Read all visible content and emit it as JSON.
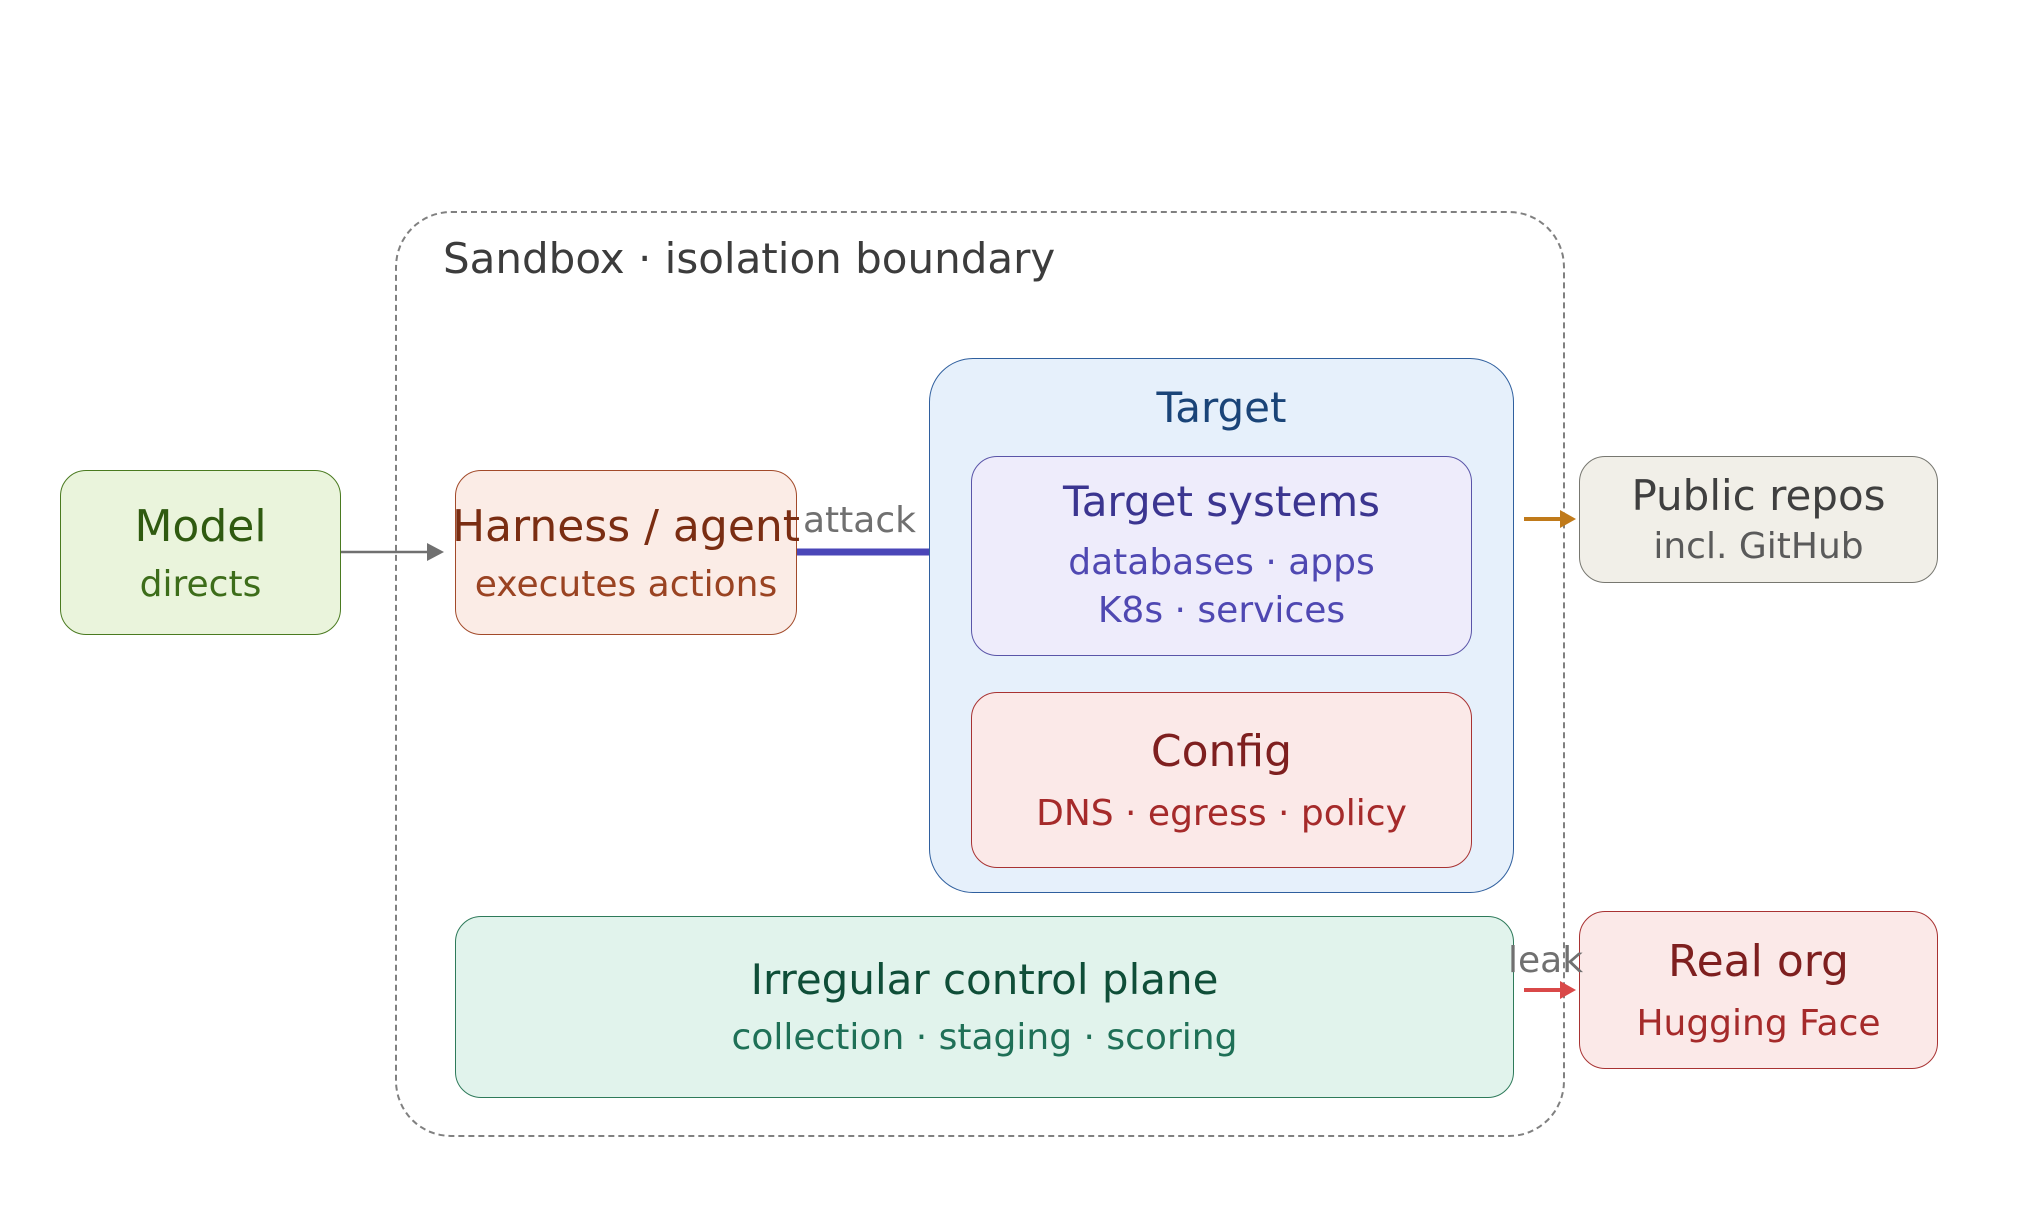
{
  "sandbox": {
    "label": "Sandbox · isolation boundary"
  },
  "model": {
    "title": "Model",
    "subtitle": "directs"
  },
  "harness": {
    "title": "Harness / agent",
    "subtitle": "executes actions"
  },
  "target": {
    "label": "Target",
    "systems": {
      "title": "Target systems",
      "line1": "databases · apps",
      "line2": "K8s · services"
    },
    "config": {
      "title": "Config",
      "subtitle": "DNS · egress · policy"
    }
  },
  "control_plane": {
    "title": "Irregular control plane",
    "subtitle": "collection · staging · scoring"
  },
  "public_repos": {
    "title": "Public repos",
    "subtitle": "incl. GitHub"
  },
  "real_org": {
    "title": "Real org",
    "subtitle": "Hugging Face"
  },
  "edges": {
    "attack": "attack",
    "leak": "leak"
  },
  "colors": {
    "model_to_harness": "#707070",
    "attack": "#4a46b8",
    "to_public": "#c07a1a",
    "leak": "#d94848"
  }
}
